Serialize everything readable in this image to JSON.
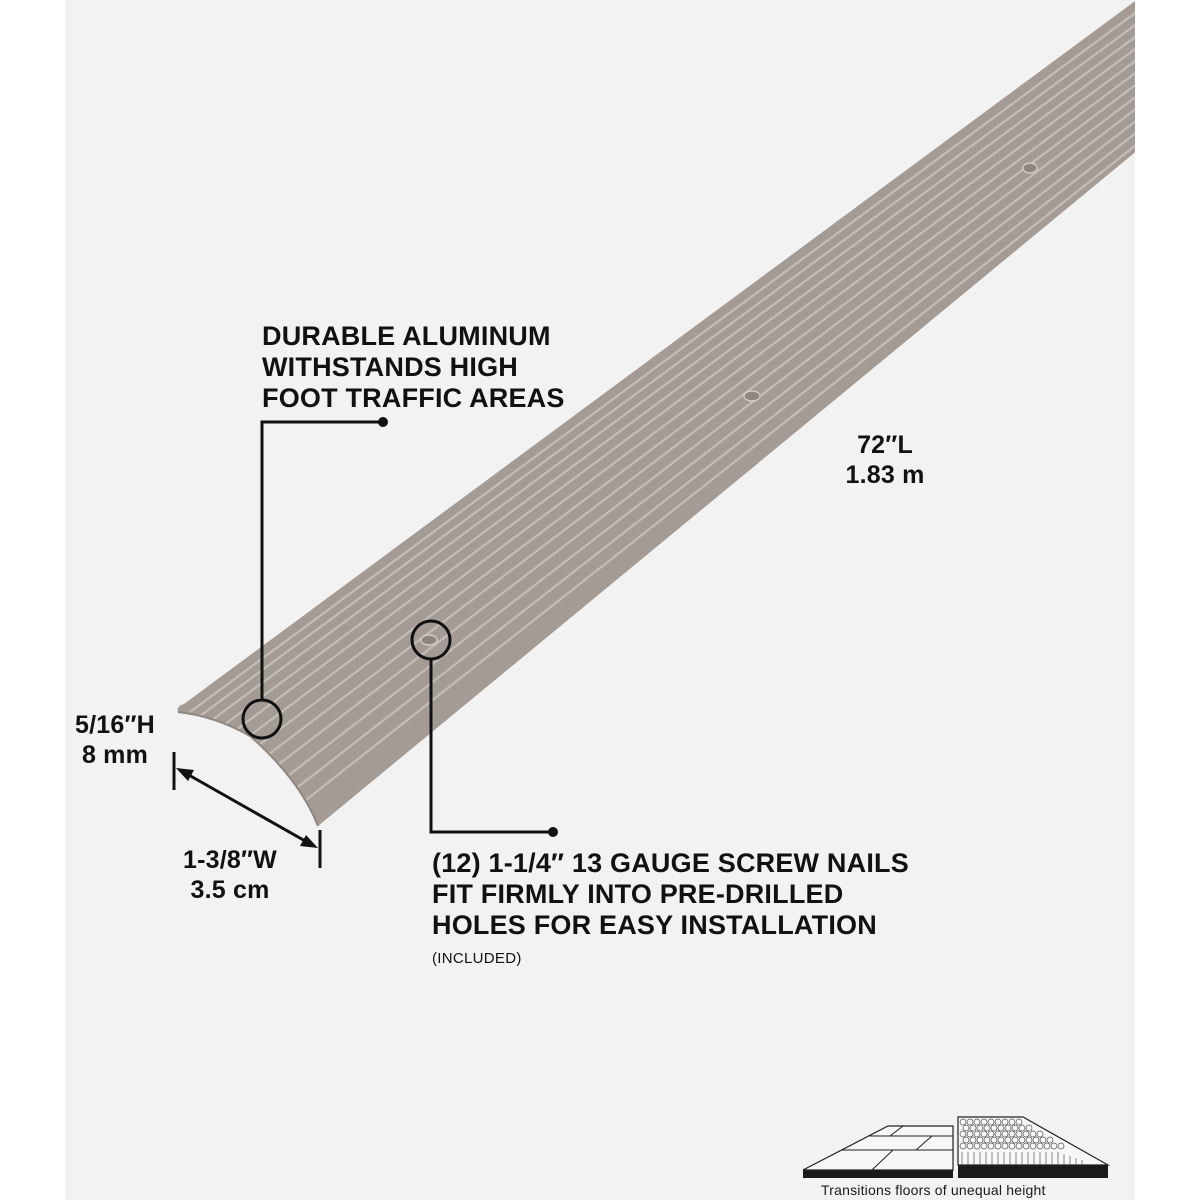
{
  "colors": {
    "panel_background": "#f2f2f2",
    "outer_background": "#ffffff",
    "strip_fill": "#a39b94",
    "strip_groove_highlight": "#c9c3bd",
    "text": "#111111",
    "callout_line": "#111111"
  },
  "product": {
    "icon": "aluminum-transition-strip-icon"
  },
  "callouts": {
    "durable": {
      "lines": [
        "DURABLE ALUMINUM",
        "WITHSTANDS HIGH",
        "FOOT TRAFFIC AREAS"
      ]
    },
    "screws": {
      "lines": [
        "(12) 1-1/4″ 13 GAUGE SCREW NAILS",
        "FIT FIRMLY INTO PRE-DRILLED",
        "HOLES FOR EASY INSTALLATION"
      ],
      "note": "(INCLUDED)"
    }
  },
  "dimensions": {
    "length": {
      "imperial": "72″L",
      "metric": "1.83 m"
    },
    "height": {
      "imperial": "5/16″H",
      "metric": "8 mm"
    },
    "width": {
      "imperial": "1-3/8″W",
      "metric": "3.5 cm"
    }
  },
  "transition_graphic": {
    "icon": "floor-transition-icon",
    "caption": "Transitions floors of unequal height"
  }
}
